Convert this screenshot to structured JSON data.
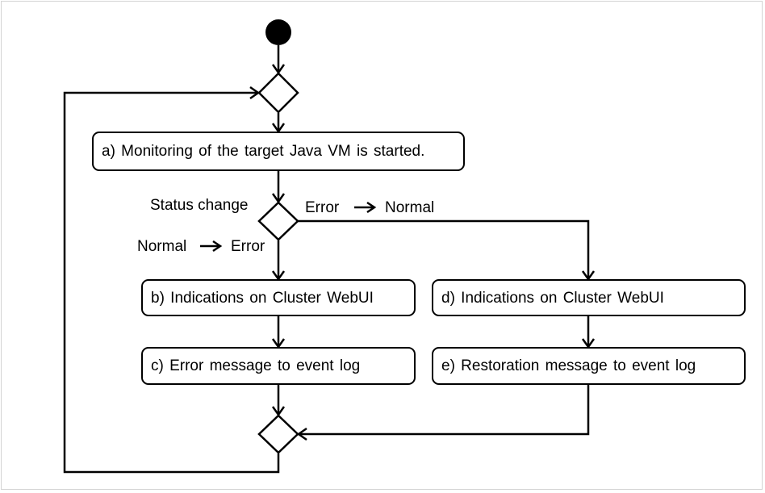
{
  "steps": {
    "a": "a) Monitoring of the target Java VM is started.",
    "b": "b) Indications on Cluster WebUI",
    "c": "c) Error message to event log",
    "d": "d) Indications on Cluster WebUI",
    "e": "e) Restoration message to event log"
  },
  "labels": {
    "status_change": "Status change",
    "error_to_normal": {
      "from": "Error",
      "to": "Normal"
    },
    "normal_to_error": {
      "from": "Normal",
      "to": "Error"
    }
  }
}
